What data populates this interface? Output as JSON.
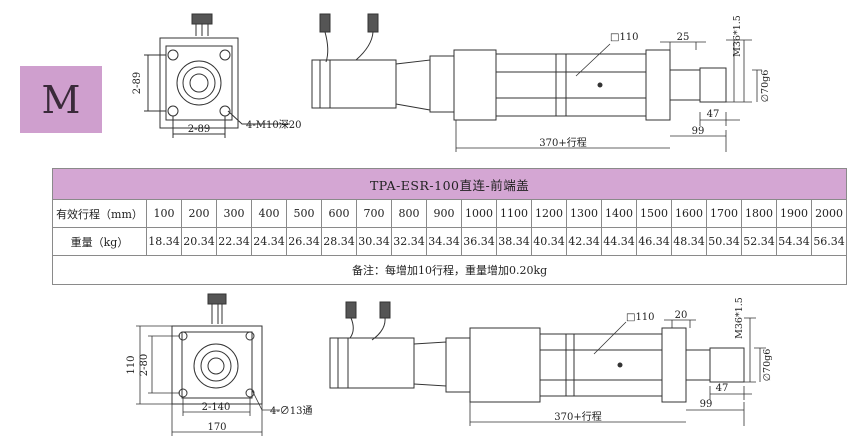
{
  "badge": {
    "letter": "M"
  },
  "table": {
    "title": "TPA-ESR-100直连-前端盖",
    "stroke_label": "有效行程（mm）",
    "weight_label": "重量（kg）",
    "strokes": [
      "100",
      "200",
      "300",
      "400",
      "500",
      "600",
      "700",
      "800",
      "900",
      "1000",
      "1100",
      "1200",
      "1300",
      "1400",
      "1500",
      "1600",
      "1700",
      "1800",
      "1900",
      "2000"
    ],
    "weights": [
      "18.34",
      "20.34",
      "22.34",
      "24.34",
      "26.34",
      "28.34",
      "30.34",
      "32.34",
      "34.34",
      "36.34",
      "38.34",
      "40.34",
      "42.34",
      "44.34",
      "46.34",
      "48.34",
      "50.34",
      "52.34",
      "54.34",
      "56.34"
    ],
    "note": "备注：每增加10行程，重量增加0.20kg"
  },
  "top_drawing": {
    "flange_height": "2-89",
    "flange_width": "2-89",
    "hole_note": "4-M10深20",
    "body_section": "□110",
    "end_length": "25",
    "thread": "M36*1.5",
    "rod_diameter": "∅70g6",
    "rod_extension": "47",
    "rod_total": "99",
    "stroke_length": "370+行程"
  },
  "bottom_drawing": {
    "flange_outer_height": "110",
    "flange_height": "2-80",
    "flange_hole_spacing": "2-140",
    "flange_width": "170",
    "hole_note": "4-∅13通",
    "body_section": "□110",
    "end_length": "20",
    "thread": "M36*1.5",
    "rod_diameter": "∅70g6",
    "rod_extension": "47",
    "rod_total": "99",
    "stroke_length": "370+行程"
  }
}
